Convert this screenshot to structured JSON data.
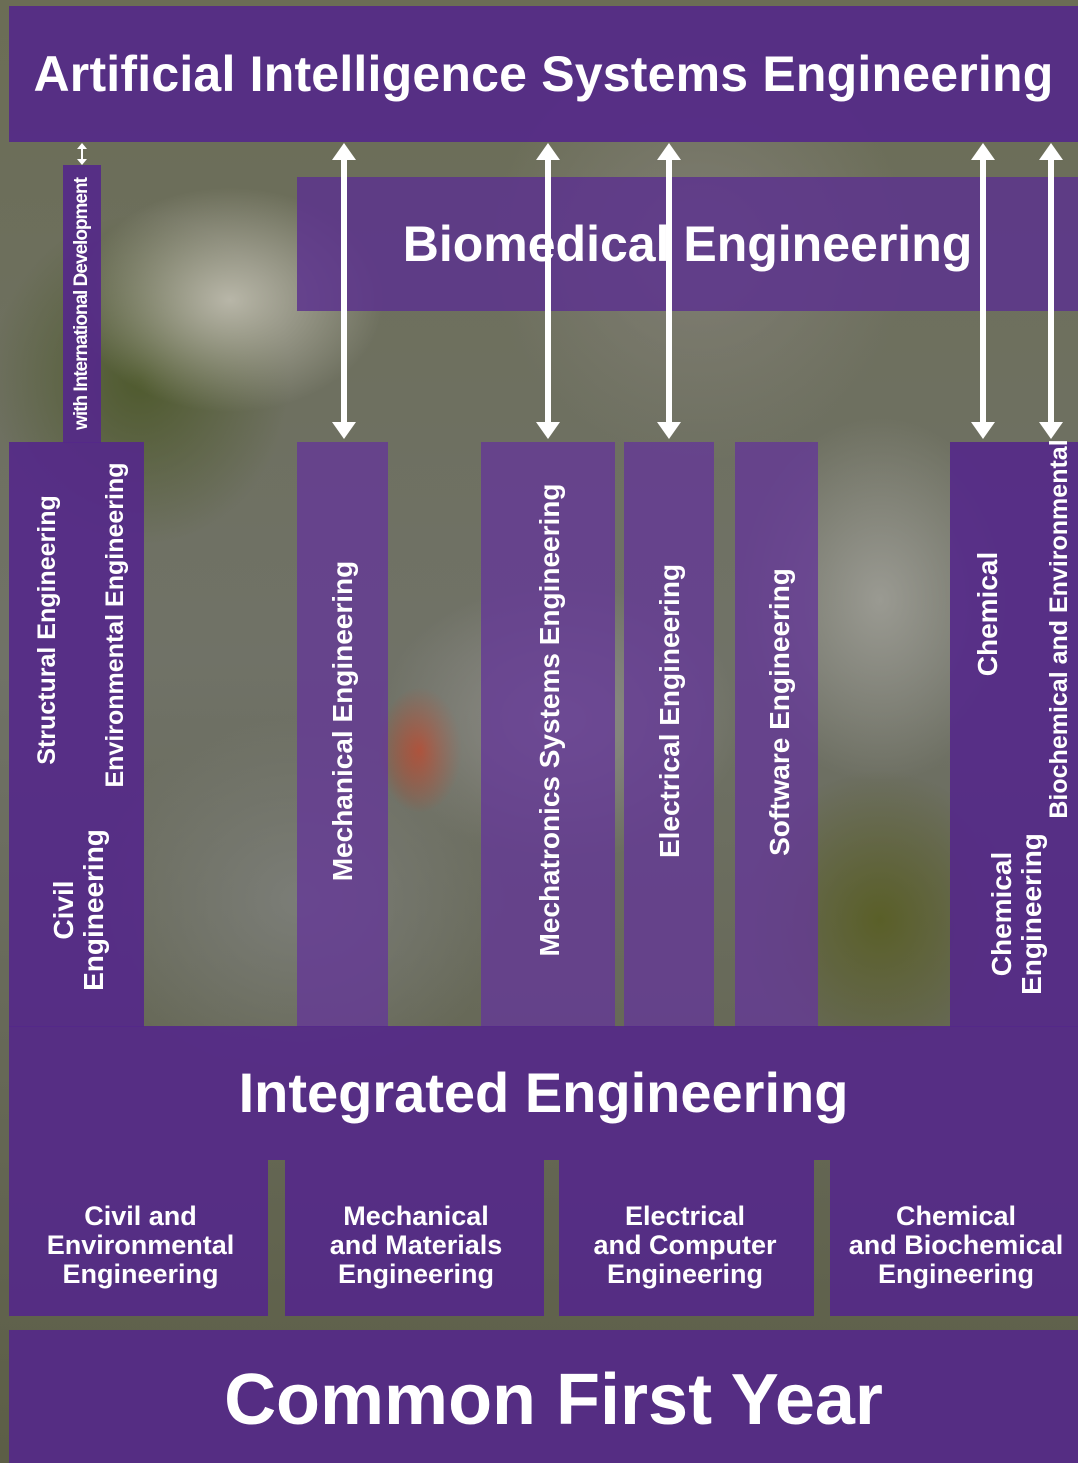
{
  "top": {
    "title": "Artificial Intelligence Systems Engineering"
  },
  "middle": {
    "title": "Biomedical Engineering"
  },
  "civil_note": "with International Development",
  "columns": {
    "structural": "Structural Engineering",
    "environmental": "Environmental Engineering",
    "civil": [
      "Civil",
      "Engineering"
    ],
    "mechanical": "Mechanical Engineering",
    "mechatronics": "Mechatronics Systems Engineering",
    "electrical": "Electrical Engineering",
    "software": "Software Engineering",
    "chemical": "Chemical",
    "biochem_env": "Biochemical and Environmental",
    "chemical_eng": [
      "Chemical",
      "Engineering"
    ]
  },
  "integrated": {
    "title": "Integrated Engineering"
  },
  "year2_boxes": [
    {
      "lines": [
        "Civil and",
        "Environmental",
        "Engineering"
      ]
    },
    {
      "lines": [
        "Mechanical",
        "and Materials",
        "Engineering"
      ]
    },
    {
      "lines": [
        "Electrical",
        "and Computer",
        "Engineering"
      ]
    },
    {
      "lines": [
        "Chemical",
        "and Biochemical",
        "Engineering"
      ]
    }
  ],
  "bottom": {
    "title": "Common First Year"
  },
  "colors": {
    "panel": "#54288a",
    "text": "#ffffff"
  }
}
